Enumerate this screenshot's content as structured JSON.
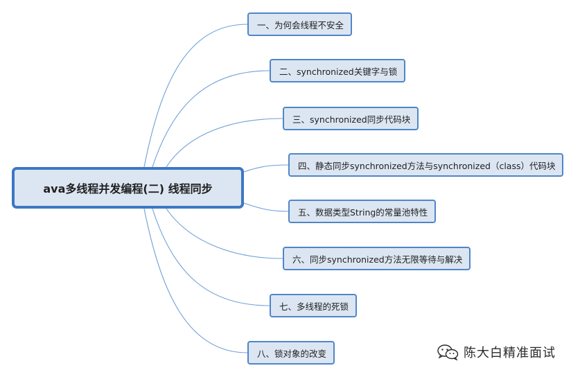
{
  "central_topic": "ava多线程并发编程(二) 线程同步",
  "branches": [
    "一、为何会线程不安全",
    "二、synchronized关键字与锁",
    "三、synchronized同步代码块",
    "四、静态同步synchronized方法与synchronized（class）代码块",
    "五、数据类型String的常量池特性",
    "六、同步synchronized方法无限等待与解决",
    "七、多线程的死锁",
    "八、锁对象的改变"
  ],
  "watermark": {
    "icon": "wechat-icon",
    "text": "陈大白精准面试"
  },
  "colors": {
    "node_fill": "#dce6f2",
    "node_border": "#4f86c6",
    "central_border": "#3c78c4",
    "connector": "#6f9fd6"
  }
}
